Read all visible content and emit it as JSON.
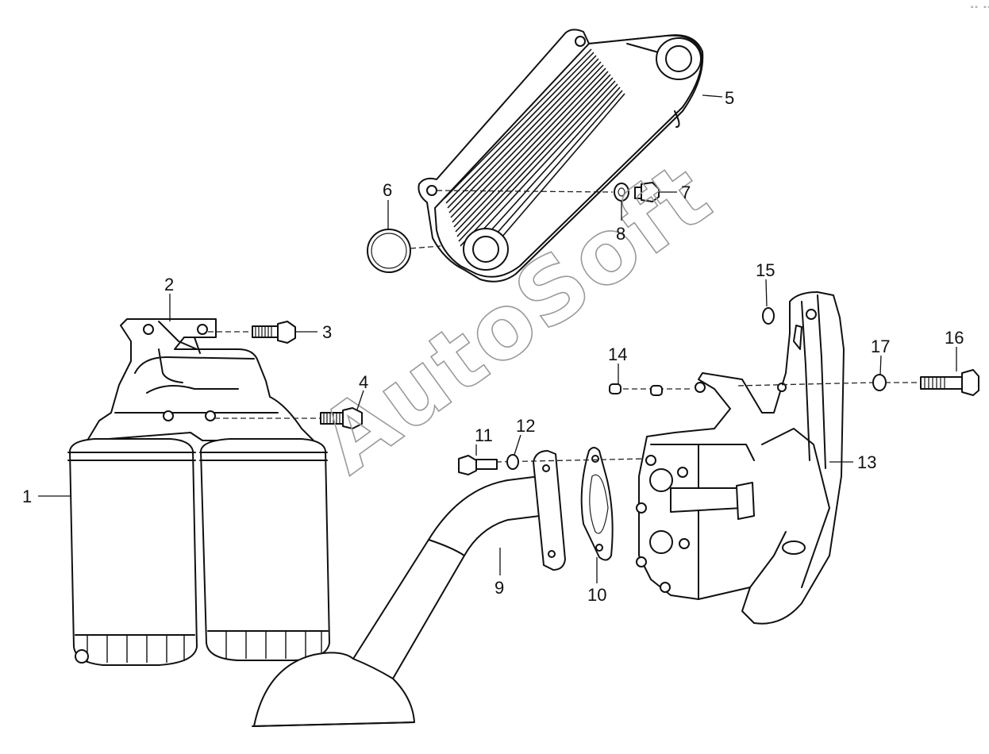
{
  "diagram": {
    "callouts": [
      "1",
      "2",
      "3",
      "4",
      "5",
      "6",
      "7",
      "8",
      "9",
      "10",
      "11",
      "12",
      "13",
      "14",
      "15",
      "16",
      "17"
    ],
    "watermark": "AutoSoft",
    "corner_mark": "°° °°°"
  }
}
